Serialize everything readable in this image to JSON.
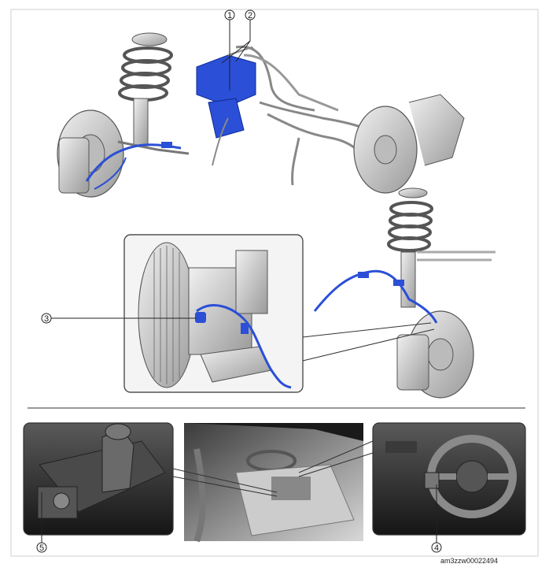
{
  "callouts": [
    {
      "id": "1",
      "label": "1"
    },
    {
      "id": "2",
      "label": "2"
    },
    {
      "id": "3",
      "label": "3"
    },
    {
      "id": "4",
      "label": "4"
    },
    {
      "id": "5",
      "label": "5"
    }
  ],
  "figure_code": "am3zzw00022494",
  "colors": {
    "highlight_blue": "#2b4fd6",
    "line": "#333333",
    "frame": "#cccccc",
    "metal_light": "#d9d9d9",
    "metal_dark": "#7a7a7a",
    "interior_dark": "#2a2a2a"
  }
}
